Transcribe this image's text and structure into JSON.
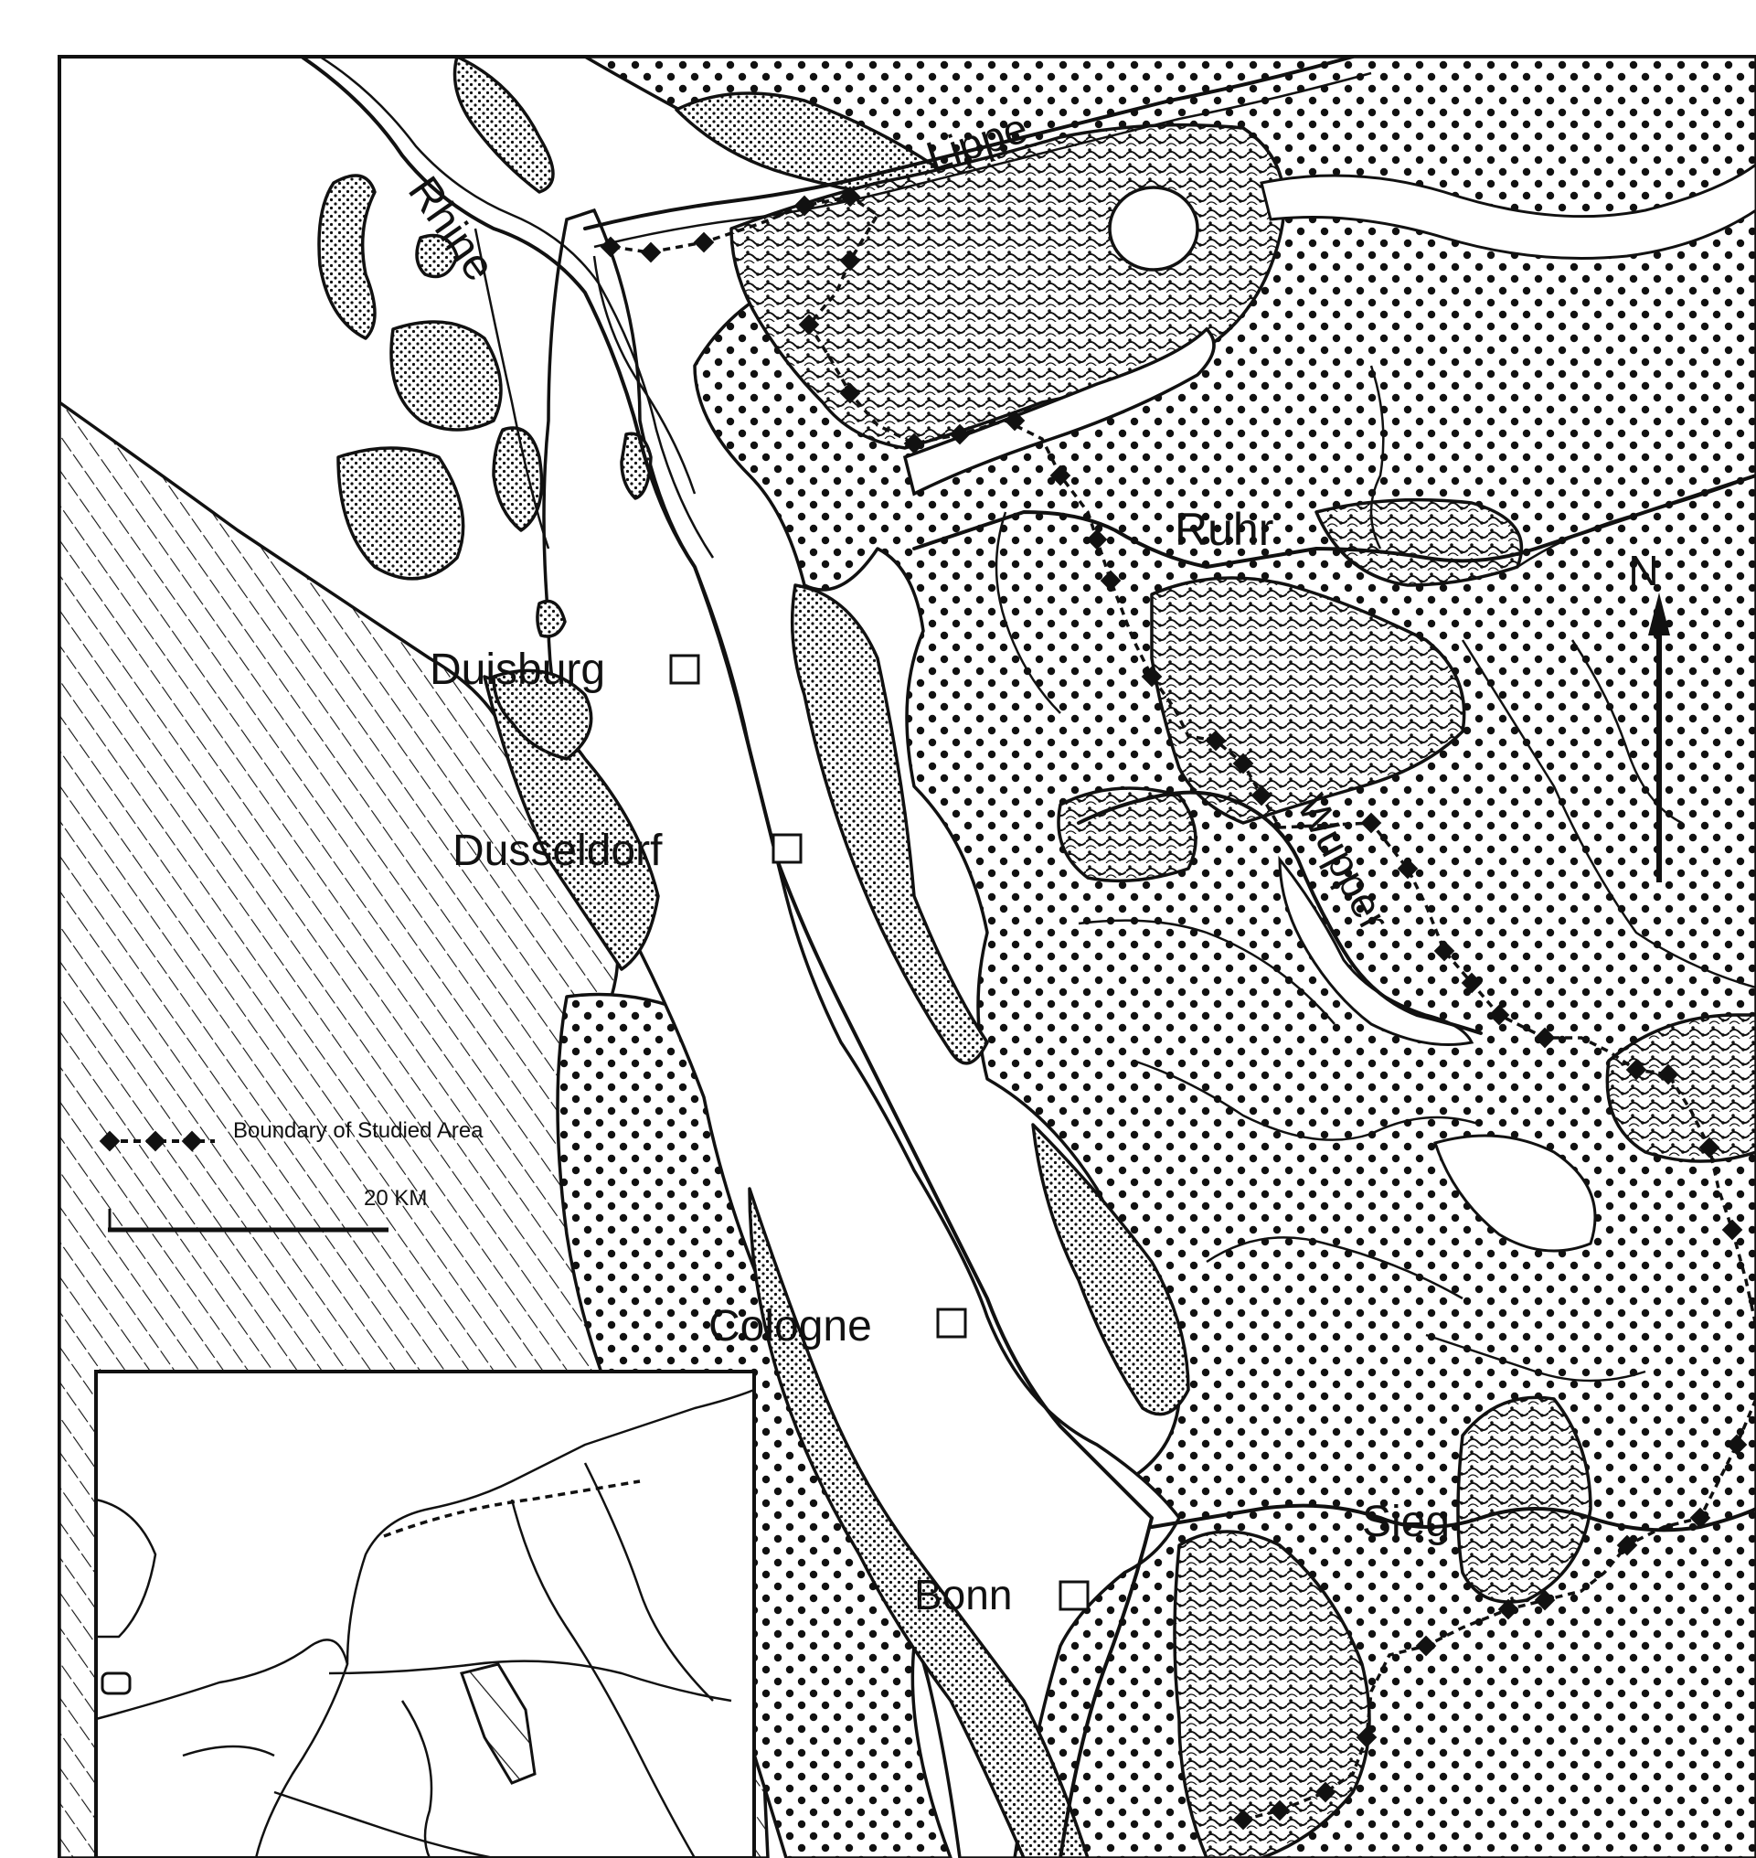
{
  "map": {
    "rivers": {
      "rhine": "Rhine",
      "lippe": "Lippe",
      "ruhr": "Ruhr",
      "wupper": "Wupper",
      "sieg": "Sieg"
    },
    "cities": {
      "duisburg": "Duisburg",
      "dusseldorf": "Dusseldorf",
      "cologne": "Cologne",
      "bonn": "Bonn"
    },
    "north_arrow": "N",
    "legend": {
      "boundary_label": "Boundary of Studied Area"
    },
    "scale_bar": {
      "label": "20 KM"
    },
    "colors": {
      "ink": "#111111",
      "paper": "#ffffff"
    }
  }
}
